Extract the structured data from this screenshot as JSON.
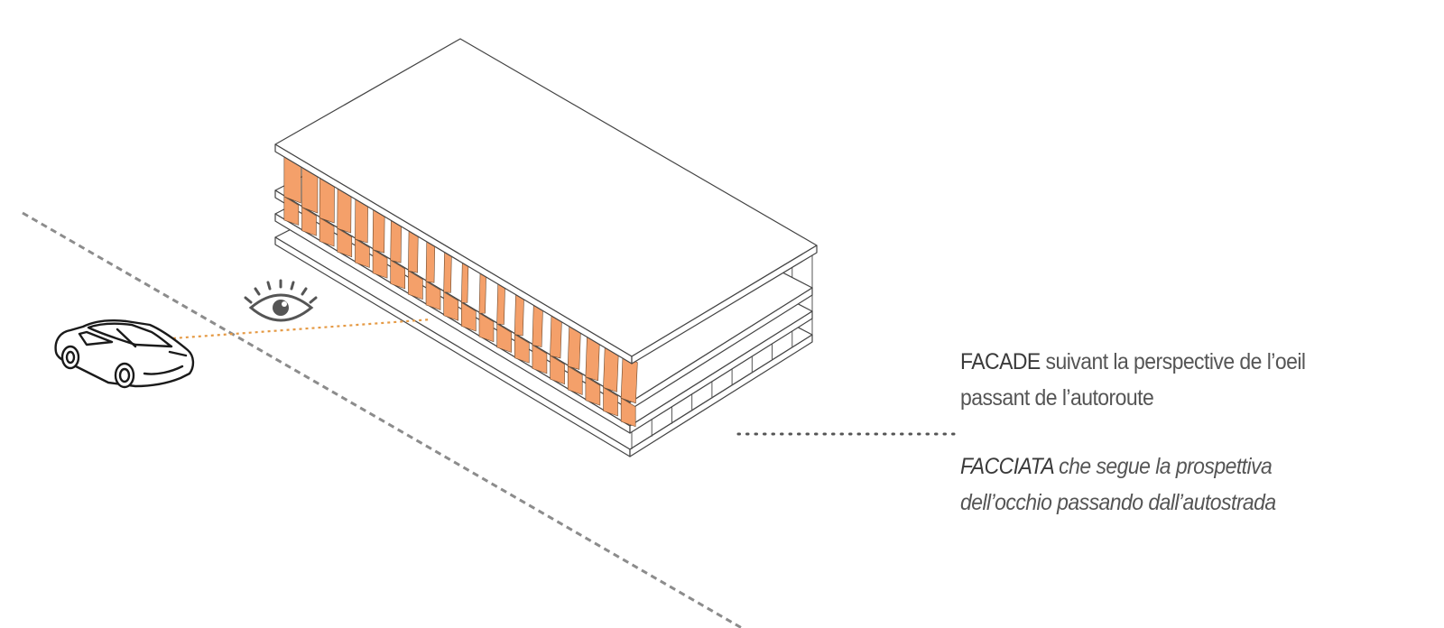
{
  "caption_fr": {
    "keyword": "FACADE",
    "line1_rest": " suivant la perspective de l’oeil",
    "line2": "passant de l’autoroute"
  },
  "caption_it": {
    "keyword": "FACCIATA",
    "line1_rest": " che segue la prospettiva",
    "line2": "dell’occhio passando dall’autostrada"
  },
  "icons": [
    "car-icon",
    "eye-icon"
  ],
  "colors": {
    "fin_orange": "#f4a06a",
    "sightline": "#e59a45",
    "road_dash": "#8c8c8c",
    "outline": "#3a3a3a",
    "text": "#555555"
  }
}
